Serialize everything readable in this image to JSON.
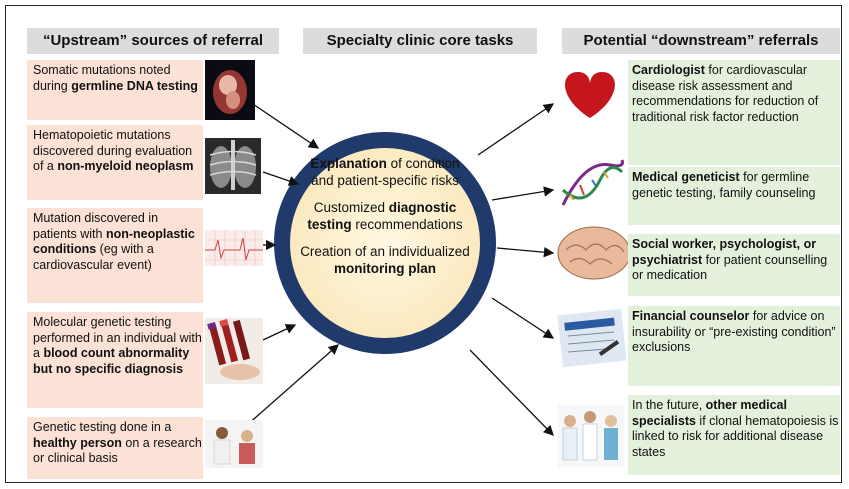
{
  "headers": {
    "upstream": "“Upstream” sources of referral",
    "core": "Specialty clinic core tasks",
    "downstream": "Potential “downstream” referrals"
  },
  "sources": [
    {
      "pre": "Somatic mutations noted during ",
      "bold": "germline DNA testing",
      "post": "",
      "icon": "embryo-image"
    },
    {
      "pre": "Hematopoietic mutations discovered during evaluation of a ",
      "bold": "non-myeloid neoplasm",
      "post": "",
      "icon": "chest-xray-image"
    },
    {
      "pre": "Mutation discovered in patients with ",
      "bold": "non-neoplastic conditions",
      "post": " (eg with a cardiovascular event)",
      "icon": "ecg-strip-image"
    },
    {
      "pre": "Molecular genetic testing performed in an individual with a ",
      "bold": "blood count abnormality but no specific diagnosis",
      "post": "",
      "icon": "blood-tubes-image"
    },
    {
      "pre": "Genetic testing done in a ",
      "bold": "healthy person",
      "post": " on a research or clinical basis",
      "icon": "doctor-patient-image"
    }
  ],
  "core_tasks": [
    {
      "bold": "Explanation",
      "post": " of condition and patient-specific risks",
      "pre": ""
    },
    {
      "pre": "Customized ",
      "bold": "diagnostic testing",
      "post": " recommendations"
    },
    {
      "pre": "Creation of an individualized ",
      "bold": "monitoring plan",
      "post": ""
    }
  ],
  "referrals": [
    {
      "pre": "",
      "bold": "Cardiologist",
      "post": " for cardiovascular disease risk assessment and recommendations for reduction of traditional risk factor reduction",
      "icon": "heart-icon"
    },
    {
      "pre": "",
      "bold": "Medical geneticist",
      "post": " for germline genetic testing, family counseling",
      "icon": "dna-icon"
    },
    {
      "pre": "",
      "bold": "Social worker, psychologist, or psychiatrist",
      "post": " for patient counselling or medication",
      "icon": "brain-icon"
    },
    {
      "pre": "",
      "bold": "Financial counselor",
      "post": " for advice on insurability or “pre-existing condition” exclusions",
      "icon": "insurance-form-image"
    },
    {
      "pre": "In the future, ",
      "bold": "other medical specialists",
      "post": " if clonal hematopoiesis is linked to risk for additional disease states",
      "icon": "medical-team-image"
    }
  ],
  "colors": {
    "source_bg": "#fbe1d6",
    "referral_bg": "#e3f1dc",
    "header_bg": "#dcdcdc",
    "ring": "#1f3a6b",
    "circle_fill": "#fdf0cf"
  }
}
